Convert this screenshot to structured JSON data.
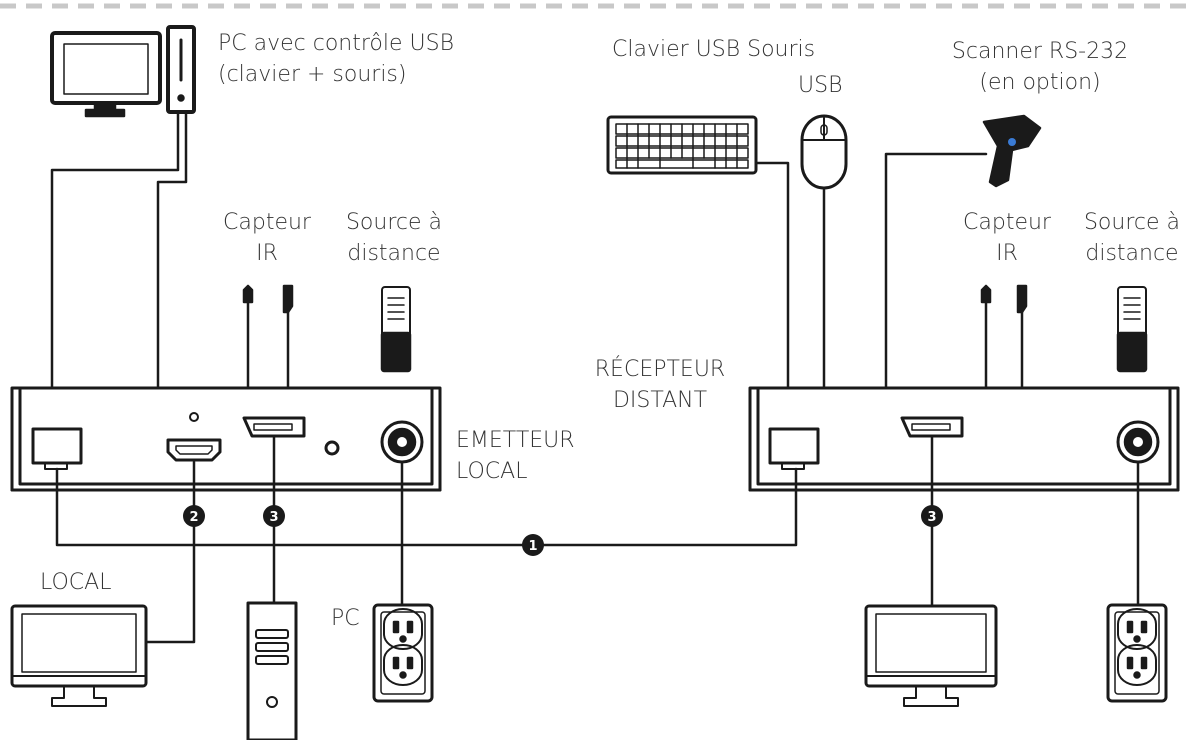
{
  "labels": {
    "pc_usb_l1": "PC avec contrôle USB",
    "pc_usb_l2": "(clavier + souris)",
    "keyboard": "Clavier USB Souris",
    "mouse": "USB",
    "scanner_l1": "Scanner RS-232",
    "scanner_l2": "(en option)",
    "ir_left_l1": "Capteur",
    "ir_left_l2": "IR",
    "src_left_l1": "Source à",
    "src_left_l2": "distance",
    "ir_right_l1": "Capteur",
    "ir_right_l2": "IR",
    "src_right_l1": "Source à",
    "src_right_l2": "distance",
    "receiver_l1": "RÉCEPTEUR",
    "receiver_l2": "DISTANT",
    "emitter_l1": "EMETTEUR",
    "emitter_l2": "LOCAL",
    "local": "LOCAL",
    "pc": "PC"
  },
  "badges": {
    "hdbaset": "1",
    "hdmi": "2",
    "displayport_left": "3",
    "displayport_right": "3"
  },
  "colors": {
    "line": "#1a1a1a",
    "device_fill": "#ffffff",
    "border_dash": "#c8c8c8",
    "scanner_accent": "#3a7bd5"
  }
}
